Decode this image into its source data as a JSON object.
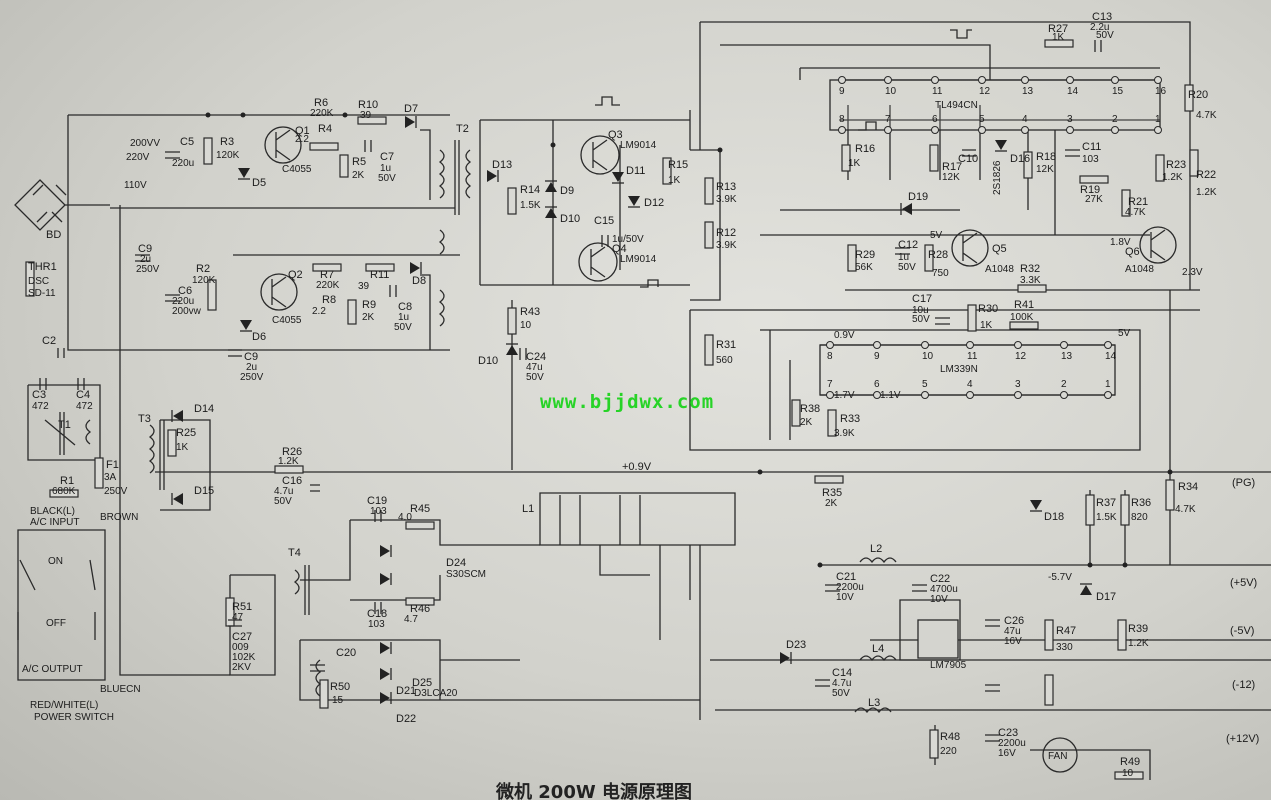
{
  "title": "微机 200W 电源原理图",
  "watermark": "www.bjjdwx.com",
  "ics": {
    "tl494": "TL494CN",
    "lm339": "LM339N",
    "lm7905": "LM7905"
  },
  "transistors": {
    "q1": "Q1",
    "q1_part": "C4055",
    "q2": "Q2",
    "q2_part": "C4055",
    "q3": "Q3",
    "q3_part": "LM9014",
    "q4": "Q4",
    "q4_part": "LM9014",
    "q5": "Q5",
    "q5_part": "A1048",
    "q6": "Q6",
    "q6_part": "A1048"
  },
  "resistors": {
    "r1": "R1",
    "r1_v": "680K",
    "r2": "R2",
    "r2_v": "120K",
    "r3": "R3",
    "r3_v": "120K",
    "r4": "R4",
    "r4_v": "2.2",
    "r5": "R5",
    "r5_v": "2K",
    "r6": "R6",
    "r6_v": "220K",
    "r7": "R7",
    "r7_v": "220K",
    "r8": "R8",
    "r8_v": "2.2",
    "r9": "R9",
    "r9_v": "2K",
    "r10": "R10",
    "r10_v": "39",
    "r11": "R11",
    "r11_v": "39",
    "r12": "R12",
    "r12_v": "3.9K",
    "r13": "R13",
    "r13_v": "3.9K",
    "r14": "R14",
    "r14_v": "1.5K",
    "r15": "R15",
    "r15_v": "1K",
    "r16": "R16",
    "r16_v": "1K",
    "r17": "R17",
    "r17_v": "12K",
    "r18": "R18",
    "r18_v": "12K",
    "r19": "R19",
    "r19_v": "27K",
    "r20": "R20",
    "r20_v": "4.7K",
    "r21": "R21",
    "r21_v": "4.7K",
    "r22": "R22",
    "r22_v": "1.2K",
    "r23": "R23",
    "r23_v": "1.2K",
    "r25": "R25",
    "r25_v": "1K",
    "r26": "R26",
    "r26_v": "1.2K",
    "r27": "R27",
    "r27_v": "1K",
    "r28": "R28",
    "r28_v": "750",
    "r29": "R29",
    "r29_v": "56K",
    "r30": "R30",
    "r30_v": "1K",
    "r31": "R31",
    "r31_v": "560",
    "r32": "R32",
    "r32_v": "3.3K",
    "r33": "R33",
    "r33_v": "3.9K",
    "r34": "R34",
    "r34_v": "4.7K",
    "r35": "R35",
    "r35_v": "2K",
    "r36": "R36",
    "r36_v": "820",
    "r37": "R37",
    "r37_v": "1.5K",
    "r38": "R38",
    "r38_v": "2K",
    "r39": "R39",
    "r39_v": "1.2K",
    "r41": "R41",
    "r41_v": "100K",
    "r43": "R43",
    "r43_v": "10",
    "r45": "R45",
    "r45_v": "4.0",
    "r46": "R46",
    "r46_v": "4.7",
    "r47": "R47",
    "r47_v": "330",
    "r48": "R48",
    "r48_v": "220",
    "r49": "R49",
    "r49_v": "10",
    "r50": "R50",
    "r50_v": "15",
    "r51": "R51",
    "r51_v": "47"
  },
  "capacitors": {
    "c2": "C2",
    "c3": "C3",
    "c3_v": "472",
    "c4": "C4",
    "c4_v": "472",
    "c5": "C5",
    "c5_v": "220u",
    "c6": "C6",
    "c6_v1": "220u",
    "c6_v2": "200vw",
    "c7": "C7",
    "c7_v1": "1u",
    "c7_v2": "50V",
    "c8": "C8",
    "c8_v1": "1u",
    "c8_v2": "50V",
    "c9a": "C9",
    "c9a_v1": "2u",
    "c9a_v2": "250V",
    "c9b": "C9",
    "c9b_v1": "2u",
    "c9b_v2": "250V",
    "c10": "C10",
    "c11": "C11",
    "c11_v": "103",
    "c12": "C12",
    "c12_v1": "1u",
    "c12_v2": "50V",
    "c13": "C13",
    "c13_v1": "2.2u",
    "c13_v2": "50V",
    "c14": "C14",
    "c14_v1": "4.7u",
    "c14_v2": "50V",
    "c15": "C15",
    "c15_v": "1u/50V",
    "c16": "C16",
    "c16_v1": "4.7u",
    "c16_v2": "50V",
    "c17": "C17",
    "c17_v1": "10u",
    "c17_v2": "50V",
    "c18": "C18",
    "c18_v": "103",
    "c19": "C19",
    "c19_v": "103",
    "c20": "C20",
    "c21": "C21",
    "c21_v1": "2200u",
    "c21_v2": "10V",
    "c22": "C22",
    "c22_v1": "4700u",
    "c22_v2": "10V",
    "c23": "C23",
    "c23_v1": "2200u",
    "c23_v2": "16V",
    "c24": "C24",
    "c24_v1": "47u",
    "c24_v2": "50V",
    "c26": "C26",
    "c26_v1": "47u",
    "c26_v2": "16V",
    "c27": "C27",
    "c27_v1": "009",
    "c27_v2": "102K",
    "c27_v3": "2KV"
  },
  "diodes": {
    "d5": "D5",
    "d6": "D6",
    "d7": "D7",
    "d8": "D8",
    "d9": "D9",
    "d10": "D10",
    "d10b": "D10",
    "d11": "D11",
    "d12": "D12",
    "d13": "D13",
    "d14": "D14",
    "d15": "D15",
    "d16": "D16",
    "d16_part": "2S1826",
    "d17": "D17",
    "d18": "D18",
    "d19": "D19",
    "d21": "D21",
    "d22": "D22",
    "d23": "D23",
    "d24": "D24",
    "d24_part": "S30SCM",
    "d25": "D25",
    "d25_part": "D3LCA20",
    "bd": "BD"
  },
  "magnetics": {
    "t1": "T1",
    "t2": "T2",
    "t3": "T3",
    "t4": "T4",
    "l1": "L1",
    "l2": "L2",
    "l3": "L3",
    "l4": "L4"
  },
  "misc": {
    "thr1": "THR1",
    "dsc": "DSC",
    "sd11": "SD-11",
    "f1": "F1",
    "f1_a": "3A",
    "f1_v": "250V",
    "v200": "200VV",
    "v220": "220V",
    "v110": "110V",
    "black": "BLACK(L)",
    "acin": "A/C INPUT",
    "brown": "BROWN",
    "on": "ON",
    "off": "OFF",
    "acout": "A/C OUTPUT",
    "rw": "RED/WHITE(L)",
    "blue": "BLUECN",
    "psw": "POWER SWITCH",
    "fan": "FAN"
  },
  "voltages": {
    "v09a": "0.9V",
    "v17": "1.7V",
    "v11": "1.1V",
    "v5v": "5V",
    "v5b": "5V",
    "v18": "1.8V",
    "v23": "2.3V",
    "v09main": "+0.9V",
    "vm57": "-5.7V"
  },
  "outputs": {
    "pg": "(PG)",
    "p5": "(+5V)",
    "n5": "(-5V)",
    "n12": "(-12)",
    "p12": "(+12V)"
  },
  "tl_pins": [
    "9",
    "10",
    "11",
    "12",
    "13",
    "14",
    "15",
    "16",
    "8",
    "7",
    "6",
    "5",
    "4",
    "3",
    "2",
    "1"
  ],
  "lm_pins": [
    "8",
    "9",
    "10",
    "11",
    "12",
    "13",
    "14",
    "7",
    "6",
    "5",
    "4",
    "3",
    "2",
    "1"
  ]
}
